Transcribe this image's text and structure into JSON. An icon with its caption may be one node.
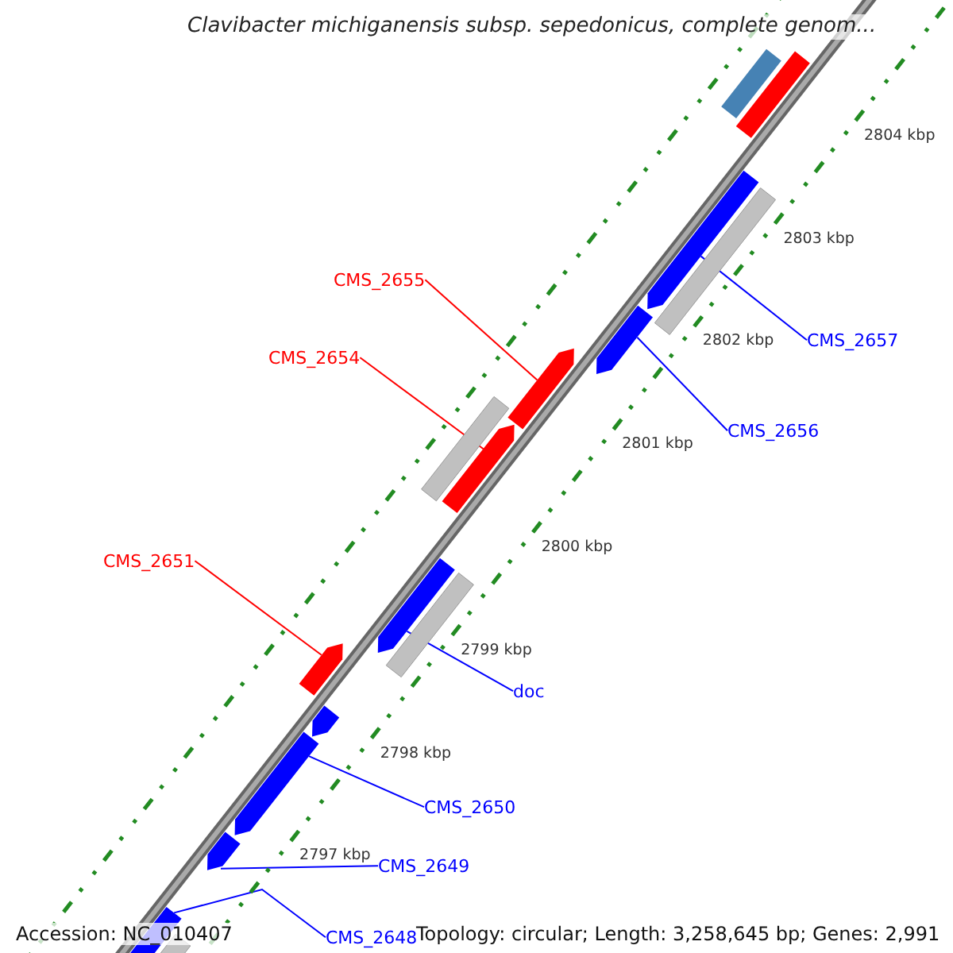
{
  "diagram": {
    "title": "Clavibacter michiganensis subsp. sepedonicus, complete genom...",
    "nodes": [
      {
        "text": [
          "CMS_2655"
        ]
      },
      {
        "text": [
          "CMS_2654"
        ]
      },
      {
        "text": [
          "CMS_2651"
        ]
      },
      {
        "text": [
          "CMS_2657"
        ]
      },
      {
        "text": [
          "CMS_2656"
        ]
      },
      {
        "text": [
          "doc"
        ]
      },
      {
        "text": [
          "CMS_2650"
        ]
      },
      {
        "text": [
          "CMS_2649"
        ]
      },
      {
        "text": [
          "CMS_2648"
        ]
      },
      {
        "text": [],
        "shape": "bar"
      },
      {
        "text": [],
        "shape": "bar"
      },
      {
        "text": [],
        "shape": "bar"
      },
      {
        "text": [],
        "shape": "bar"
      },
      {
        "text": [],
        "shape": "bar"
      },
      {
        "text": [],
        "shape": "bar"
      },
      {
        "text": [],
        "shape": "bar"
      },
      {
        "text": [],
        "shape": "bar"
      },
      {
        "text": [],
        "shape": "bar"
      },
      {
        "text": [],
        "shape": "box"
      },
      {
        "text": [],
        "shape": "bar"
      },
      {
        "text": [],
        "shape": "bar"
      }
    ],
    "edges": [
      {
        "from": 0,
        "to": 9,
        "arrow": "none",
        "color": "#ff0000"
      },
      {
        "from": 1,
        "to": 10,
        "arrow": "none",
        "color": "#ff0000"
      },
      {
        "from": 2,
        "to": 11,
        "arrow": "none",
        "color": "#ff0000"
      },
      {
        "from": 3,
        "to": 12,
        "arrow": "none"
      },
      {
        "from": 4,
        "to": 13,
        "arrow": "none"
      },
      {
        "from": 5,
        "to": 14,
        "arrow": "none"
      },
      {
        "from": 6,
        "to": 15,
        "arrow": "none"
      },
      {
        "from": 7,
        "to": 16,
        "arrow": "none"
      },
      {
        "from": 8,
        "to": 17,
        "arrow": "none"
      }
    ],
    "labels": [
      "2804 kbp",
      "2803 kbp",
      "2802 kbp",
      "2801 kbp",
      "2800 kbp",
      "2799 kbp",
      "2798 kbp",
      "2797 kbp",
      "Accession: NC_010407",
      "Topology: circular; Length: 3,258,645 bp; Genes: 2,991"
    ]
  }
}
